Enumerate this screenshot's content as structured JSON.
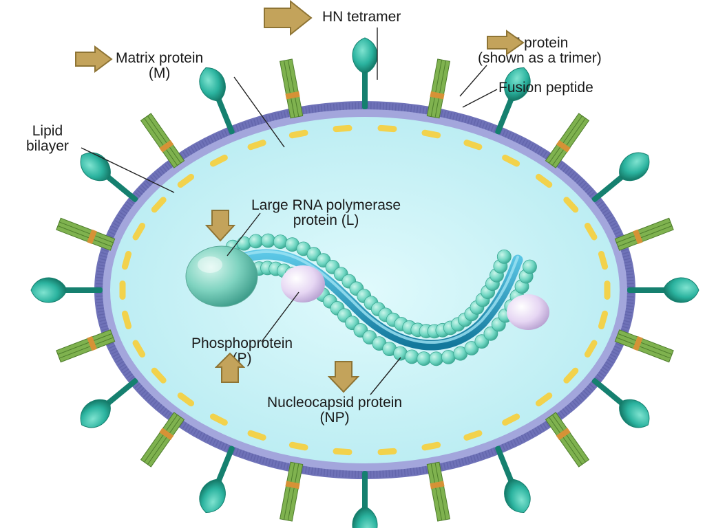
{
  "labels": {
    "hn_tetramer": "HN tetramer",
    "f_protein_line1": "F protein",
    "f_protein_line2": "(shown as a trimer)",
    "fusion_peptide": "Fusion peptide",
    "matrix_line1": "Matrix protein",
    "matrix_line2": "(M)",
    "lipid_line1": "Lipid",
    "lipid_line2": "bilayer",
    "polymerase_line1": "Large RNA polymerase",
    "polymerase_line2": "protein (L)",
    "phospho_line1": "Phosphoprotein",
    "phospho_line2": "(P)",
    "nucleo_line1": "Nucleocapsid protein",
    "nucleo_line2": "(NP)"
  },
  "colors": {
    "interior": "#c8f2f6",
    "membrane_outer": "#6f72b8",
    "membrane_inner": "#9da0d8",
    "matrix_dash": "#f2d24c",
    "hn_spike": "#2bb39f",
    "hn_spike_dark": "#15806f",
    "f_spike": "#7fb24f",
    "f_spike_dark": "#4e7d2c",
    "fusion_band": "#d69236",
    "nucleocapsid_bead": "#6fd6c2",
    "rna_strand": "#1e9bc4",
    "polymerase": "#7fd3c0",
    "phosphoprotein": "#e6d6f3",
    "arrow_fill": "#c3a35b",
    "arrow_stroke": "#8e7434",
    "leader": "#222222"
  },
  "icons": {
    "arrow": "block-arrow"
  }
}
